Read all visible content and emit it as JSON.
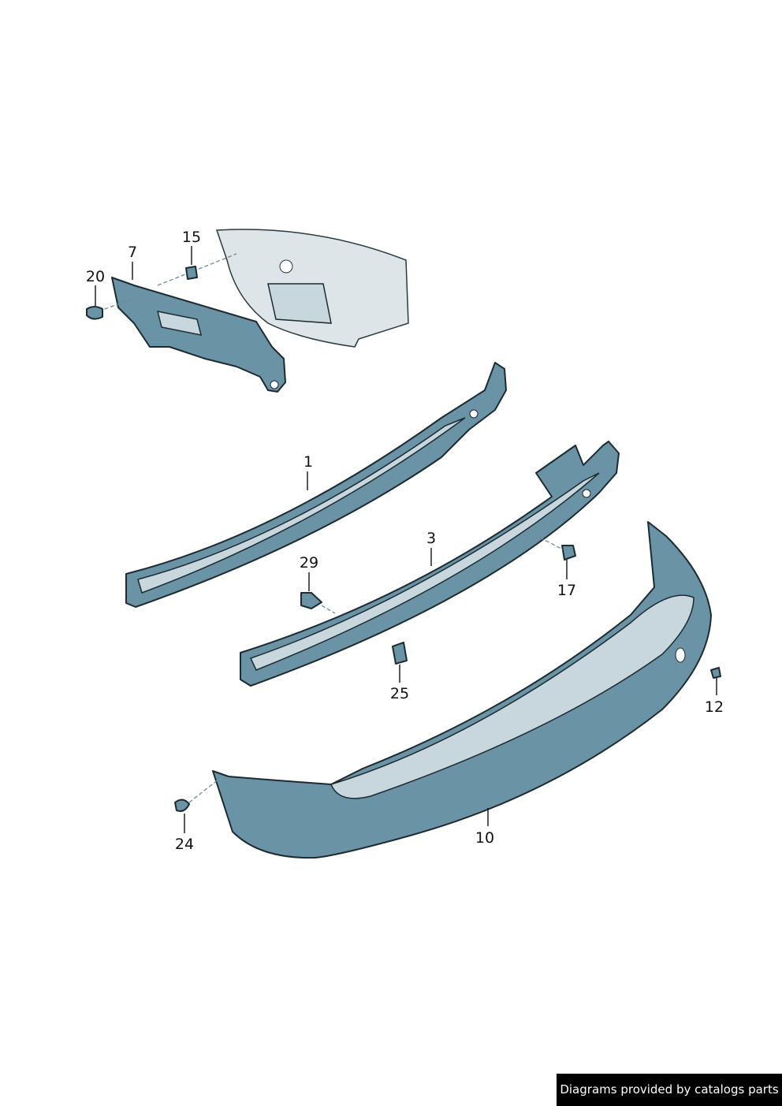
{
  "diagram": {
    "labels": {
      "p1": "1",
      "p3": "3",
      "p7": "7",
      "p10": "10",
      "p12": "12",
      "p15": "15",
      "p17": "17",
      "p20": "20",
      "p24": "24",
      "p25": "25",
      "p29": "29"
    },
    "colors": {
      "part": "#6a93a5",
      "highlight": "#c8d6dd",
      "body": "#dde5e9"
    }
  },
  "footer": {
    "credit": "Diagrams provided by catalogs parts"
  }
}
